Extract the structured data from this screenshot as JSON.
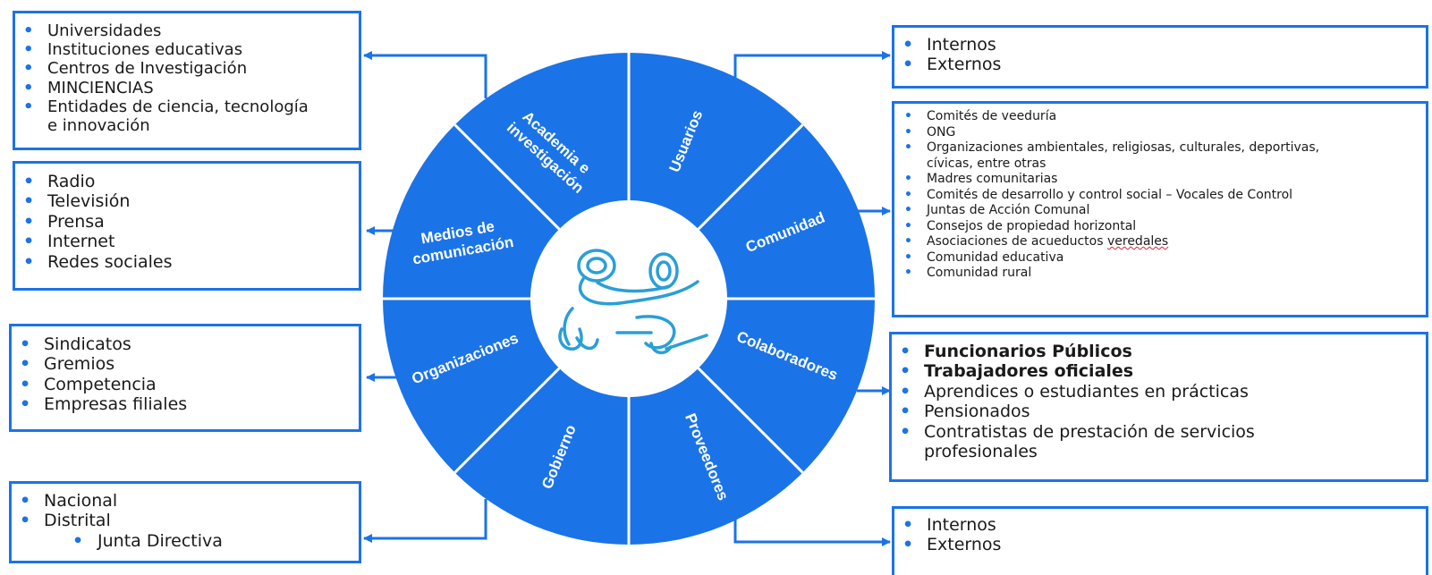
{
  "wheel": {
    "segments": [
      {
        "id": "usuarios",
        "label": [
          "Usuarios"
        ]
      },
      {
        "id": "comunidad",
        "label": [
          "Comunidad"
        ]
      },
      {
        "id": "colaboradores",
        "label": [
          "Colaboradores"
        ]
      },
      {
        "id": "proveedores",
        "label": [
          "Proveedores"
        ]
      },
      {
        "id": "gobierno",
        "label": [
          "Gobierno"
        ]
      },
      {
        "id": "organizaciones",
        "label": [
          "Organizaciones"
        ]
      },
      {
        "id": "medios",
        "label": [
          "Medios de",
          "comunicación"
        ]
      },
      {
        "id": "academia",
        "label": [
          "Academia e",
          "investigación"
        ]
      }
    ],
    "colors": {
      "primary": "#1b73e8",
      "white": "#ffffff",
      "frog": "#2a9fd6"
    }
  },
  "boxes": {
    "academia": [
      "Universidades",
      "Instituciones educativas",
      "Centros de Investigación",
      "MINCIENCIAS",
      "Entidades de ciencia, tecnología",
      "e innovación"
    ],
    "medios": [
      "Radio",
      "Televisión",
      "Prensa",
      "Internet",
      "Redes sociales"
    ],
    "organizaciones": [
      "Sindicatos",
      "Gremios",
      "Competencia",
      "Empresas filiales"
    ],
    "gobierno": {
      "items": [
        "Nacional",
        "Distrital"
      ],
      "sub": [
        "Junta Directiva"
      ]
    },
    "usuarios": [
      "Internos",
      "Externos"
    ],
    "comunidad": [
      "Comités de veeduría",
      "ONG",
      "Organizaciones ambientales, religiosas, culturales, deportivas,",
      "cívicas, entre otras",
      "Madres comunitarias",
      "Comités de desarrollo y control social – Vocales de Control",
      "Juntas de Acción Comunal",
      "Consejos de propiedad horizontal",
      "Asociaciones de acueductos ",
      "veredales",
      "Comunidad educativa",
      "Comunidad rural"
    ],
    "colaboradores": {
      "bold": [
        "Funcionarios Públicos",
        "Trabajadores oficiales"
      ],
      "items": [
        "Aprendices o estudiantes en prácticas",
        "Pensionados",
        "Contratistas de prestación de servicios",
        "profesionales"
      ]
    },
    "proveedores": [
      "Internos",
      "Externos"
    ]
  }
}
